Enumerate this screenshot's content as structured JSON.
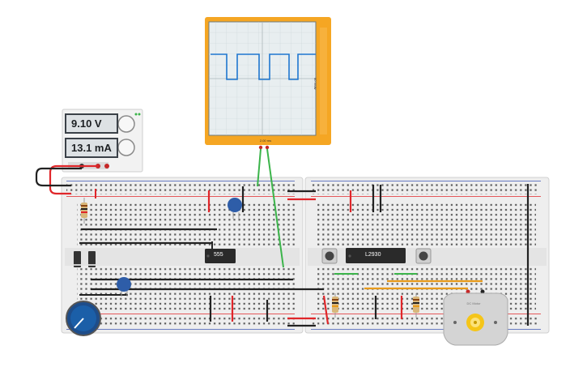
{
  "power_supply": {
    "voltage": "9.10 V",
    "current": "13.1 mA"
  },
  "oscilloscope": {
    "time_per_div": "2.00 ms",
    "volts_per_div": "60 V/div"
  },
  "chips": {
    "timer": "555",
    "driver": "L2930"
  },
  "motor": {
    "label": "DC Motor"
  },
  "colors": {
    "breadboard": "#eeeeee",
    "rail_red": "#e0262a",
    "rail_blue": "#3b55b5",
    "scope_frame": "#f5a623",
    "wire_green": "#3bb44a",
    "wire_orange": "#e89a1a",
    "wire_black": "#222222",
    "capacitor": "#2e5da8"
  }
}
